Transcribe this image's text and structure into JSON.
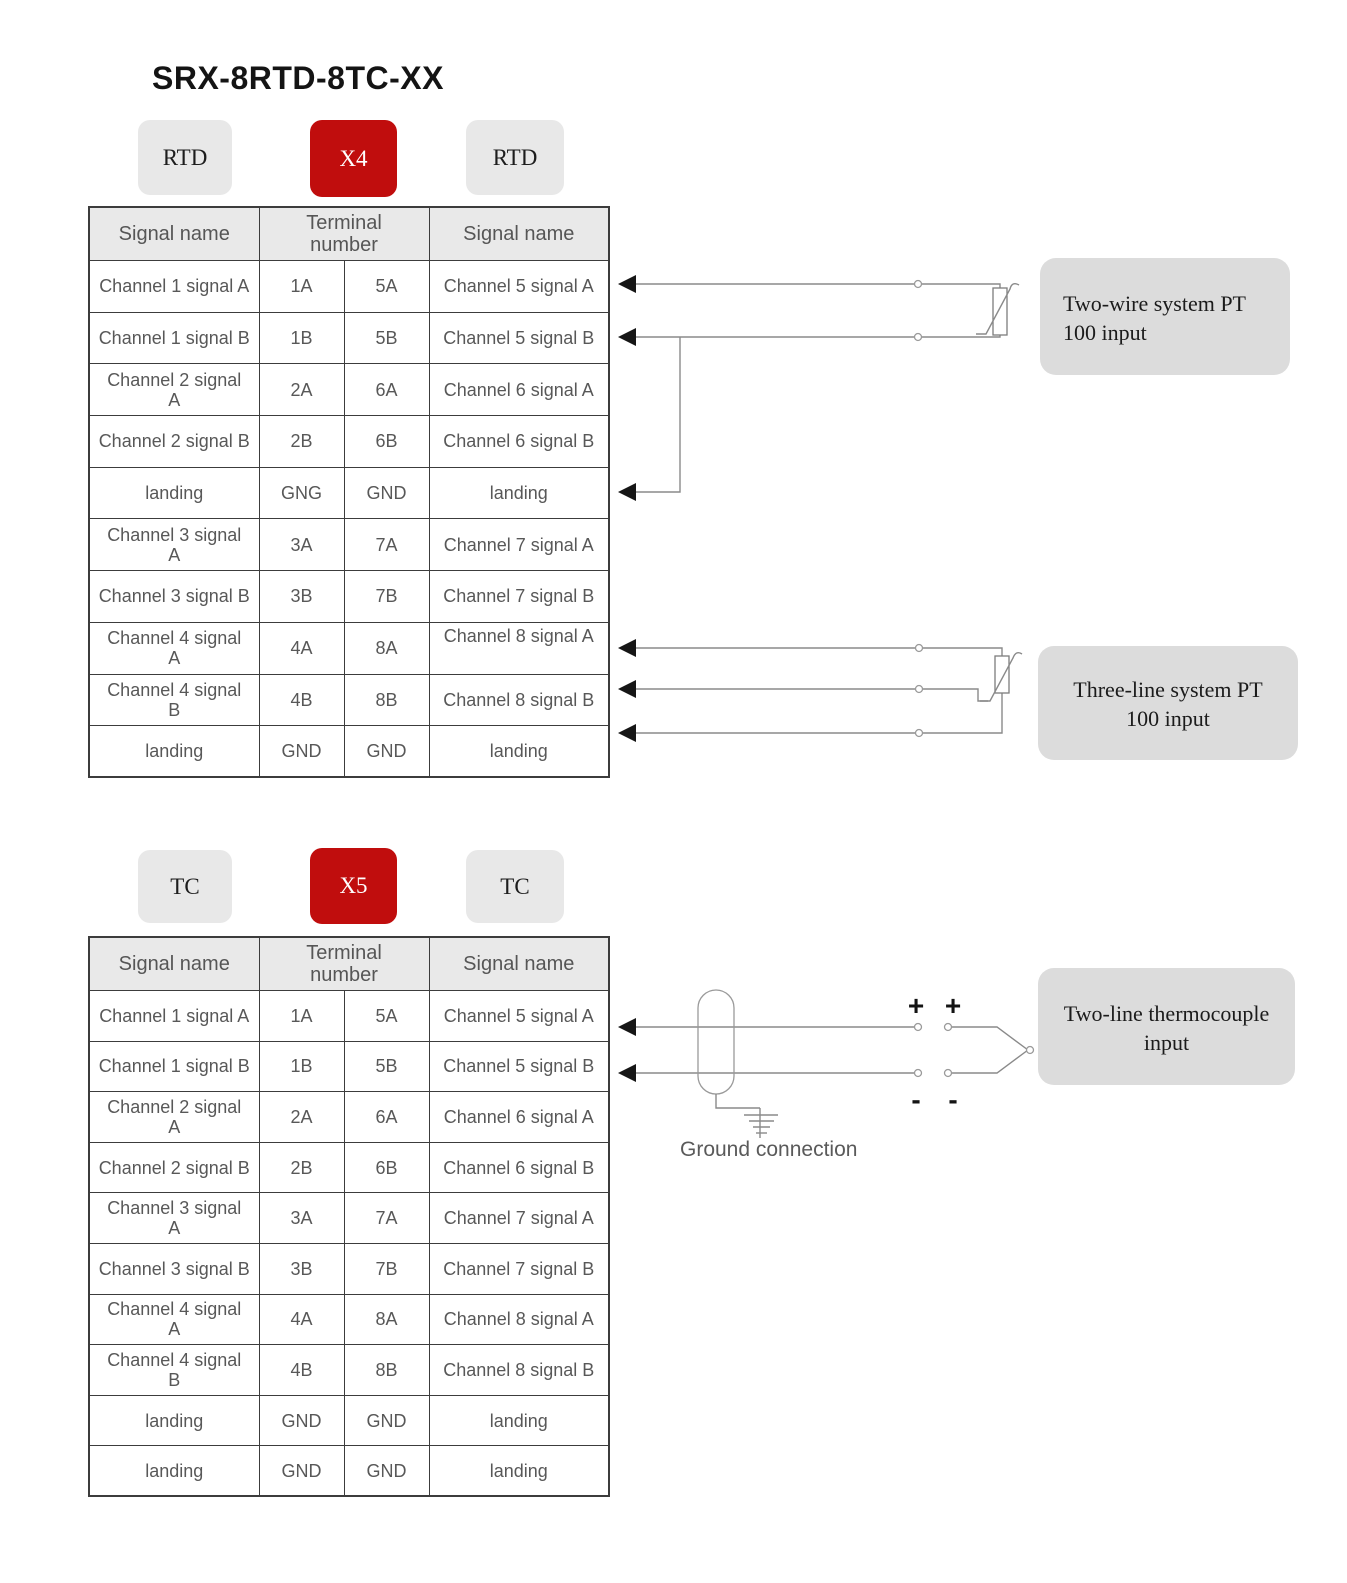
{
  "page": {
    "title": "SRX-8RTD-8TC-XX"
  },
  "colors": {
    "accent_red": "#c00d0d",
    "badge_gray": "#e8e8e8",
    "callout_gray": "#dcdcdc",
    "table_header_gray": "#e9e9e9",
    "table_border": "#3c3c3c",
    "wire_gray": "#8a8a8a",
    "arrow_black": "#161616"
  },
  "tables": [
    {
      "type_left": "RTD",
      "connector": "X4",
      "type_right": "RTD",
      "header": {
        "left": "Signal name",
        "middle": "Terminal number",
        "right": "Signal name"
      },
      "rows": [
        [
          "Channel 1 signal A",
          "1A",
          "5A",
          "Channel 5 signal A"
        ],
        [
          "Channel 1 signal B",
          "1B",
          "5B",
          "Channel 5 signal B"
        ],
        [
          "Channel 2 signal\nA",
          "2A",
          "6A",
          "Channel 6 signal A"
        ],
        [
          "Channel 2 signal B",
          "2B",
          "6B",
          "Channel 6 signal B"
        ],
        [
          "landing",
          "GNG",
          "GND",
          "landing"
        ],
        [
          "Channel 3 signal\nA",
          "3A",
          "7A",
          "Channel 7 signal A"
        ],
        [
          "Channel 3 signal B",
          "3B",
          "7B",
          "Channel 7 signal B"
        ],
        [
          "Channel 4 signal\nA",
          "4A",
          "8A",
          "Channel 8 signal A"
        ],
        [
          "Channel 4 signal\nB",
          "4B",
          "8B",
          "Channel 8 signal B"
        ],
        [
          "landing",
          "GND",
          "GND",
          "landing"
        ]
      ]
    },
    {
      "type_left": "TC",
      "connector": "X5",
      "type_right": "TC",
      "header": {
        "left": "Signal name",
        "middle": "Terminal number",
        "right": "Signal name"
      },
      "rows": [
        [
          "Channel 1 signal A",
          "1A",
          "5A",
          "Channel 5 signal A"
        ],
        [
          "Channel 1 signal B",
          "1B",
          "5B",
          "Channel 5 signal B"
        ],
        [
          "Channel 2 signal\nA",
          "2A",
          "6A",
          "Channel 6 signal A"
        ],
        [
          "Channel 2 signal B",
          "2B",
          "6B",
          "Channel 6 signal B"
        ],
        [
          "Channel 3 signal\nA",
          "3A",
          "7A",
          "Channel 7 signal A"
        ],
        [
          "Channel 3 signal B",
          "3B",
          "7B",
          "Channel 7 signal B"
        ],
        [
          "Channel 4 signal\nA",
          "4A",
          "8A",
          "Channel 8 signal A"
        ],
        [
          "Channel 4 signal\nB",
          "4B",
          "8B",
          "Channel 8 signal B"
        ],
        [
          "landing",
          "GND",
          "GND",
          "landing"
        ],
        [
          "landing",
          "GND",
          "GND",
          "landing"
        ]
      ]
    }
  ],
  "callouts": [
    {
      "id": "two-wire-pt100",
      "lines": [
        "Two-wire system PT",
        "100 input"
      ]
    },
    {
      "id": "three-line-pt100",
      "lines": [
        "Three-line system PT",
        "100 input"
      ]
    },
    {
      "id": "thermocouple",
      "lines": [
        "Two-line thermocouple",
        "input"
      ]
    }
  ],
  "diagram_labels": {
    "ground": "Ground connection",
    "plus": "+",
    "minus": "-"
  }
}
